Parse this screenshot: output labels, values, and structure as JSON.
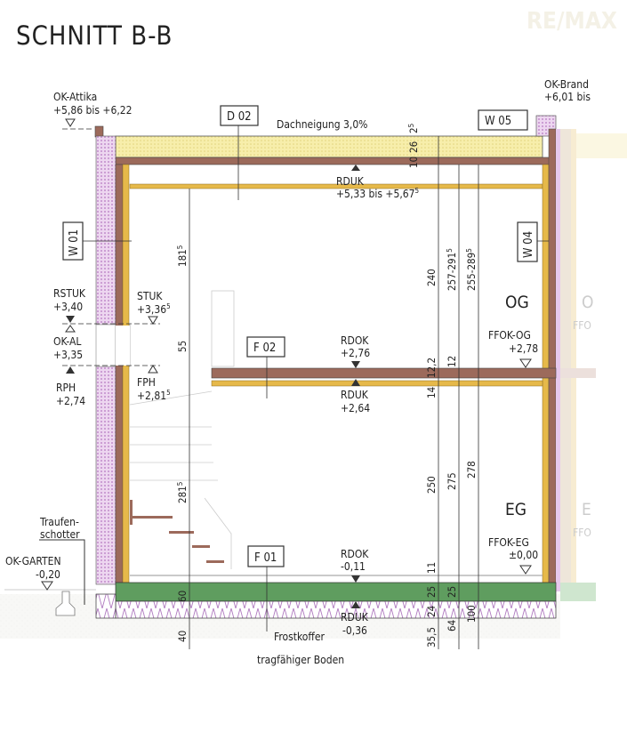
{
  "title": "SCHNITT B-B",
  "watermark": "RE/MAX",
  "colors": {
    "insulation_roof": "#f7eeab",
    "timber": "#9c6a5b",
    "batten": "#e6b94a",
    "wall_insulation": "#e6c8ec",
    "slab": "#5f9d5f",
    "frost": "#b07ac0"
  },
  "tags": {
    "d02": "D 02",
    "w05": "W 05",
    "w01": "W 01",
    "w04": "W 04",
    "f02": "F 02",
    "f01": "F 01"
  },
  "roof": {
    "slope": "Dachneigung 3,0%"
  },
  "levels": {
    "ok_attika": {
      "label": "OK-Attika",
      "value": "+5,86 bis +6,22"
    },
    "ok_brand": {
      "label": "OK-Brand",
      "value": "+6,01 bis"
    },
    "rduk_top": {
      "label": "RDUK",
      "value": "+5,33 bis +5,67",
      "sup": "5"
    },
    "rstuk": {
      "label": "RSTUK",
      "value": "+3,40"
    },
    "stuk": {
      "label": "STUK",
      "value": "+3,36",
      "sup": "5"
    },
    "ok_al": {
      "label": "OK-AL",
      "value": "+3,35"
    },
    "rph": {
      "label": "RPH",
      "value": "+2,74"
    },
    "fph": {
      "label": "FPH",
      "value": "+2,81",
      "sup": "5"
    },
    "rdok_og": {
      "label": "RDOK",
      "value": "+2,76"
    },
    "rduk_og": {
      "label": "RDUK",
      "value": "+2,64"
    },
    "ffok_og": {
      "label": "FFOK-OG",
      "value": "+2,78"
    },
    "rdok_eg": {
      "label": "RDOK",
      "value": "-0,11"
    },
    "rduk_eg": {
      "label": "RDUK",
      "value": "-0,36"
    },
    "ffok_eg": {
      "label": "FFOK-EG",
      "value": "±0,00"
    },
    "ok_garten": {
      "label": "OK-GARTEN",
      "value": "-0,20"
    }
  },
  "rooms": {
    "og": "OG",
    "eg": "EG",
    "og_neighbor": "O",
    "eg_neighbor": "E",
    "ffo1": "FFO",
    "ffo2": "FFO"
  },
  "notes": {
    "traufen1": "Traufen-",
    "traufen2": "schotter",
    "frostkoffer": "Frostkoffer",
    "boden": "tragfähiger Boden"
  },
  "dims": {
    "a181": "181",
    "a181s": "5",
    "a55": "55",
    "a281": "281",
    "a281s": "5",
    "a60": "60",
    "a40": "40",
    "b2": "2",
    "b2s": "5",
    "b26": "26",
    "b10": "10",
    "b240": "240",
    "b12_2": "12,2",
    "b14": "14",
    "b250": "250",
    "b11": "11",
    "b25": "25",
    "b24": "24",
    "b35_5": "35,5",
    "c257": "257-291",
    "c257s": "5",
    "c12": "12",
    "c275": "275",
    "c25": "25",
    "c64": "64",
    "d255": "255-289",
    "d255s": "5",
    "d278": "278",
    "d100": "100"
  }
}
